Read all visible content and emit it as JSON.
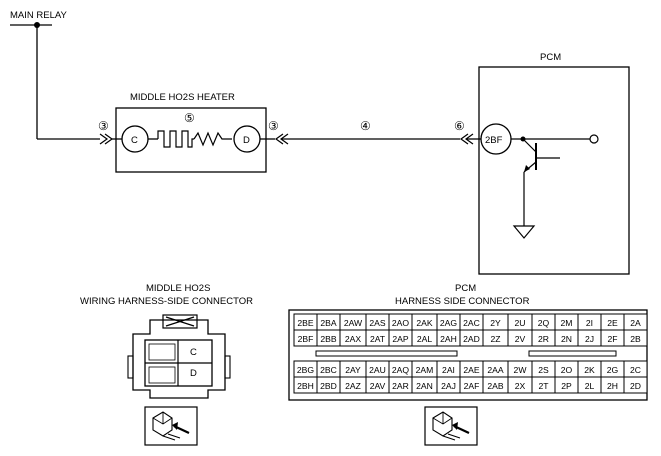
{
  "labels": {
    "main_relay": "MAIN RELAY",
    "heater_title": "MIDDLE HO2S HEATER",
    "pcm_title": "PCM",
    "heater_conn_title_1": "MIDDLE HO2S",
    "heater_conn_title_2": "WIRING HARNESS-SIDE CONNECTOR",
    "pcm_conn_title_1": "PCM",
    "pcm_conn_title_2": "HARNESS SIDE CONNECTOR"
  },
  "callouts": {
    "c3_left": "③",
    "c5": "⑤",
    "c3_right": "③",
    "c4": "④",
    "c6": "⑥"
  },
  "pins": {
    "heater_c": "C",
    "heater_d": "D",
    "pcm_2bf": "2BF"
  },
  "heater_connector": {
    "pin_c": "C",
    "pin_d": "D"
  },
  "pcm_connector": {
    "upper_rows": [
      [
        "2BE",
        "2BA",
        "2AW",
        "2AS",
        "2AO",
        "2AK",
        "2AG",
        "2AC",
        "2Y",
        "2U",
        "2Q",
        "2M",
        "2I",
        "2E",
        "2A"
      ],
      [
        "2BF",
        "2BB",
        "2AX",
        "2AT",
        "2AP",
        "2AL",
        "2AH",
        "2AD",
        "2Z",
        "2V",
        "2R",
        "2N",
        "2J",
        "2F",
        "2B"
      ]
    ],
    "lower_rows": [
      [
        "2BG",
        "2BC",
        "2AY",
        "2AU",
        "2AQ",
        "2AM",
        "2AI",
        "2AE",
        "2AA",
        "2W",
        "2S",
        "2O",
        "2K",
        "2G",
        "2C"
      ],
      [
        "2BH",
        "2BD",
        "2AZ",
        "2AV",
        "2AR",
        "2AN",
        "2AJ",
        "2AF",
        "2AB",
        "2X",
        "2T",
        "2P",
        "2L",
        "2H",
        "2D"
      ]
    ],
    "highlighted": "2BF"
  }
}
